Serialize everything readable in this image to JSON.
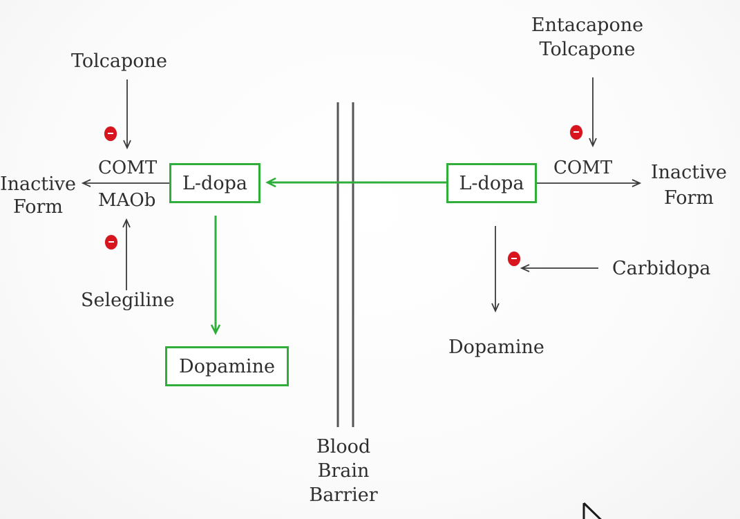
{
  "left": {
    "tolcapone": "Tolcapone",
    "comt": "COMT",
    "maob": "MAOb",
    "inactive_line1": "Inactive",
    "inactive_line2": "Form",
    "ldopa": "L-dopa",
    "selegiline": "Selegiline",
    "dopamine": "Dopamine"
  },
  "right": {
    "entacapone": "Entacapone",
    "tolcapone": "Tolcapone",
    "comt": "COMT",
    "inactive_line1": "Inactive",
    "inactive_line2": "Form",
    "ldopa": "L-dopa",
    "carbidopa": "Carbidopa",
    "dopamine": "Dopamine"
  },
  "barrier": {
    "line1": "Blood",
    "line2": "Brain",
    "line3": "Barrier"
  },
  "colors": {
    "green": "#2fae3c",
    "inhibitor_red": "#d8141f",
    "arrow_gray": "#3a3a3a"
  },
  "icons": {
    "inhibitor": "inhibition-minus-icon",
    "cursor": "mouse-cursor-icon"
  }
}
